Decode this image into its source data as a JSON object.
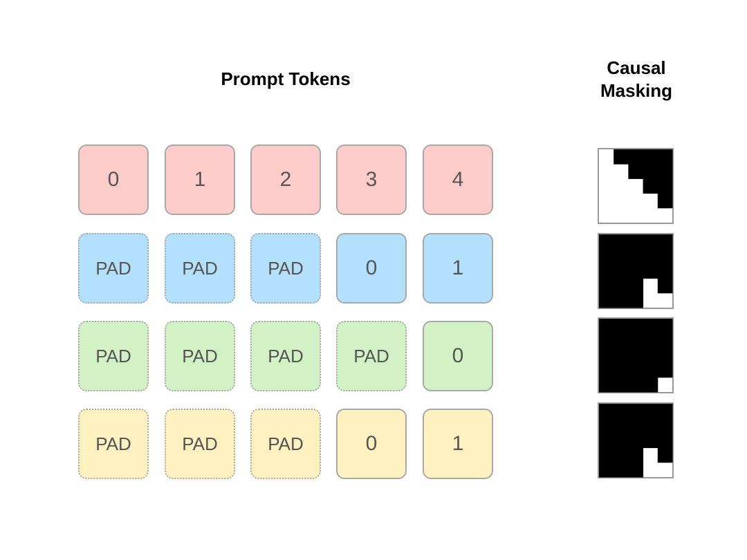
{
  "titles": {
    "prompt_tokens": "Prompt Tokens",
    "causal_masking": [
      "Causal",
      "Masking"
    ]
  },
  "colors": {
    "row_0": "#ffcdc9",
    "row_1": "#b3e0fc",
    "row_2": "#d2f2c5",
    "row_3": "#fff1c0",
    "mask_fill": "#000000",
    "mask_empty": "#ffffff",
    "mask_border": "#999999"
  },
  "rows": [
    {
      "tokens": [
        {
          "label": "0",
          "kind": "token"
        },
        {
          "label": "1",
          "kind": "token"
        },
        {
          "label": "2",
          "kind": "token"
        },
        {
          "label": "3",
          "kind": "token"
        },
        {
          "label": "4",
          "kind": "token"
        }
      ]
    },
    {
      "tokens": [
        {
          "label": "PAD",
          "kind": "pad"
        },
        {
          "label": "PAD",
          "kind": "pad"
        },
        {
          "label": "PAD",
          "kind": "pad"
        },
        {
          "label": "0",
          "kind": "token"
        },
        {
          "label": "1",
          "kind": "token"
        }
      ]
    },
    {
      "tokens": [
        {
          "label": "PAD",
          "kind": "pad"
        },
        {
          "label": "PAD",
          "kind": "pad"
        },
        {
          "label": "PAD",
          "kind": "pad"
        },
        {
          "label": "PAD",
          "kind": "pad"
        },
        {
          "label": "0",
          "kind": "token"
        }
      ]
    },
    {
      "tokens": [
        {
          "label": "PAD",
          "kind": "pad"
        },
        {
          "label": "PAD",
          "kind": "pad"
        },
        {
          "label": "PAD",
          "kind": "pad"
        },
        {
          "label": "0",
          "kind": "token"
        },
        {
          "label": "1",
          "kind": "token"
        }
      ]
    }
  ],
  "masks": [
    {
      "visible": [
        [
          1,
          0,
          0,
          0,
          0
        ],
        [
          1,
          1,
          0,
          0,
          0
        ],
        [
          1,
          1,
          1,
          0,
          0
        ],
        [
          1,
          1,
          1,
          1,
          0
        ],
        [
          1,
          1,
          1,
          1,
          1
        ]
      ]
    },
    {
      "visible": [
        [
          0,
          0,
          0,
          0,
          0
        ],
        [
          0,
          0,
          0,
          0,
          0
        ],
        [
          0,
          0,
          0,
          0,
          0
        ],
        [
          0,
          0,
          0,
          1,
          0
        ],
        [
          0,
          0,
          0,
          1,
          1
        ]
      ]
    },
    {
      "visible": [
        [
          0,
          0,
          0,
          0,
          0
        ],
        [
          0,
          0,
          0,
          0,
          0
        ],
        [
          0,
          0,
          0,
          0,
          0
        ],
        [
          0,
          0,
          0,
          0,
          0
        ],
        [
          0,
          0,
          0,
          0,
          1
        ]
      ]
    },
    {
      "visible": [
        [
          0,
          0,
          0,
          0,
          0
        ],
        [
          0,
          0,
          0,
          0,
          0
        ],
        [
          0,
          0,
          0,
          0,
          0
        ],
        [
          0,
          0,
          0,
          1,
          0
        ],
        [
          0,
          0,
          0,
          1,
          1
        ]
      ]
    }
  ]
}
